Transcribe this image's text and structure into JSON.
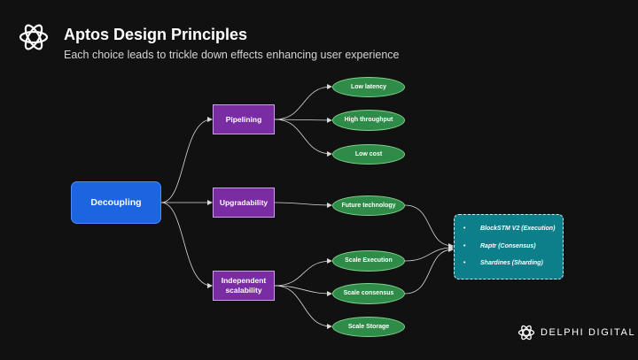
{
  "header": {
    "title": "Aptos Design Principles",
    "subtitle": "Each choice leads to trickle down effects enhancing user experience"
  },
  "diagram": {
    "root": "Decoupling",
    "branches": [
      {
        "label": "Pipelining",
        "outcomes": [
          "Low latency",
          "High throughput",
          "Low cost"
        ]
      },
      {
        "label": "Upgradability",
        "outcomes": [
          "Future technology"
        ]
      },
      {
        "label": "Independent scalability",
        "outcomes": [
          "Scale Execution",
          "Scale consensus",
          "Scale Storage"
        ]
      }
    ],
    "summary_items": [
      "BlockSTM V2 (Execution)",
      "Raptr  (Consensus)",
      "Shardines (Sharding)"
    ],
    "bullet": "•"
  },
  "footer": {
    "brand": "DELPHI DIGITAL"
  },
  "colors": {
    "root": "#1c64e0",
    "branch": "#7a2ca3",
    "outcome": "#2e8b48",
    "summary": "#0d7f8b",
    "edge": "#d9d9d9"
  }
}
